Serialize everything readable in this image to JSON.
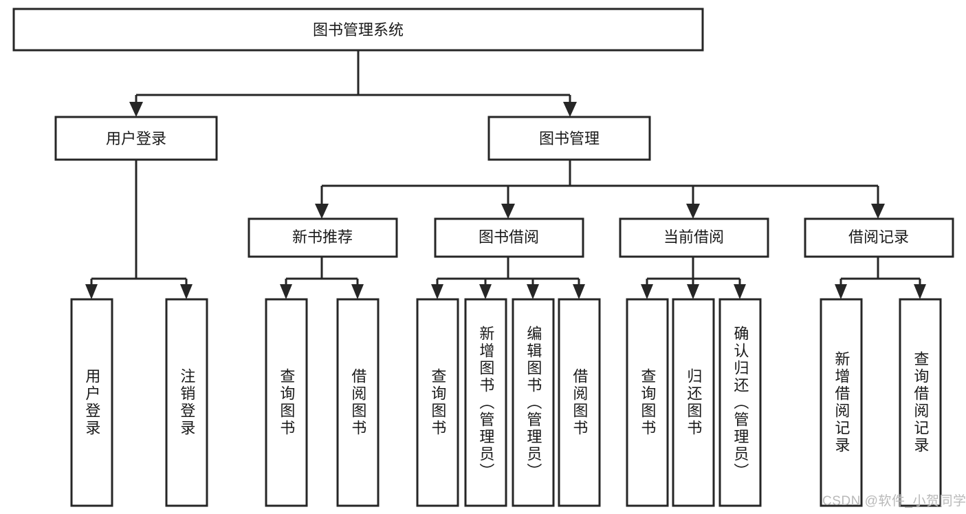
{
  "diagram": {
    "type": "tree-hierarchy",
    "title": "图书管理系统",
    "orientation": "top-down",
    "colors": {
      "box_stroke": "#262626",
      "box_fill": "#ffffff",
      "text": "#1a1a1a",
      "background": "#ffffff",
      "watermark": "#b9b9b9"
    },
    "root": {
      "id": "root",
      "label": "图书管理系统"
    },
    "level2": [
      {
        "id": "user-login",
        "label": "用户登录"
      },
      {
        "id": "book-manage",
        "label": "图书管理"
      }
    ],
    "level3": [
      {
        "id": "new-book-recommend",
        "label": "新书推荐",
        "parent": "book-manage"
      },
      {
        "id": "book-borrow",
        "label": "图书借阅",
        "parent": "book-manage"
      },
      {
        "id": "current-borrow",
        "label": "当前借阅",
        "parent": "book-manage"
      },
      {
        "id": "borrow-record",
        "label": "借阅记录",
        "parent": "book-manage"
      }
    ],
    "leaves": [
      {
        "id": "leaf-user-login",
        "label": "用户登录",
        "parent": "user-login"
      },
      {
        "id": "leaf-logout-login",
        "label": "注销登录",
        "parent": "user-login"
      },
      {
        "id": "leaf-query-book-1",
        "label": "查询图书",
        "parent": "new-book-recommend"
      },
      {
        "id": "leaf-borrow-book-1",
        "label": "借阅图书",
        "parent": "new-book-recommend"
      },
      {
        "id": "leaf-query-book-2",
        "label": "查询图书",
        "parent": "book-borrow"
      },
      {
        "id": "leaf-add-book",
        "label": "新增图书（管理员）",
        "parent": "book-borrow"
      },
      {
        "id": "leaf-edit-book",
        "label": "编辑图书（管理员）",
        "parent": "book-borrow"
      },
      {
        "id": "leaf-borrow-book-2",
        "label": "借阅图书",
        "parent": "book-borrow"
      },
      {
        "id": "leaf-query-book-3",
        "label": "查询图书",
        "parent": "current-borrow"
      },
      {
        "id": "leaf-return-book",
        "label": "归还图书",
        "parent": "current-borrow"
      },
      {
        "id": "leaf-confirm-return",
        "label": "确认归还（管理员）",
        "parent": "current-borrow"
      },
      {
        "id": "leaf-add-record",
        "label": "新增借阅记录",
        "parent": "borrow-record"
      },
      {
        "id": "leaf-query-record",
        "label": "查询借阅记录",
        "parent": "borrow-record"
      }
    ],
    "watermark": "CSDN @软件_小贺同学"
  }
}
